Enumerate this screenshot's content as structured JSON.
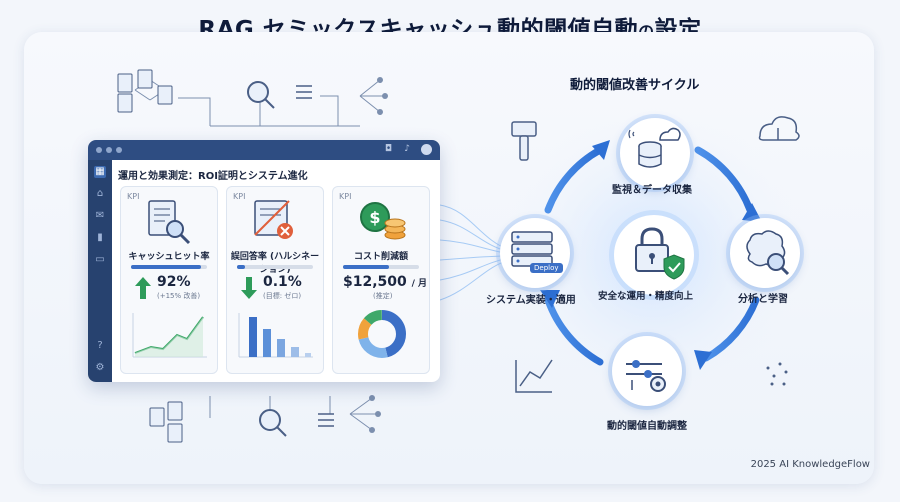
{
  "title": {
    "main": "RAG セミックスキャッシュ動的閾値自動",
    "particle": "の",
    "tail": "設定"
  },
  "dashboard": {
    "heading": "運用と効果測定：ROI証明とシステム進化",
    "cards": [
      {
        "tag": "KPI",
        "label": "キャッシュヒット率",
        "value": "92%",
        "sub": "(+15% 改善)",
        "progress": 0.92,
        "trend": "up"
      },
      {
        "tag": "KPI",
        "label": "誤回答率 (ハルシネーション)",
        "value": "0.1%",
        "sub": "(目標: ゼロ)",
        "progress": 0.1,
        "trend": "down"
      },
      {
        "tag": "KPI",
        "label": "コスト削減額",
        "value": "$12,500",
        "unit": "/ 月",
        "sub": "(推定)",
        "progress": 0.6,
        "trend": "none"
      }
    ]
  },
  "cycle": {
    "title": "動的閾値改善サイクル",
    "nodes": [
      {
        "label": "監視＆データ収集",
        "icon": "database-cloud-icon"
      },
      {
        "label": "分析と学習",
        "icon": "brain-icon"
      },
      {
        "label": "動的閾値自動調整",
        "icon": "slider-gear-icon"
      },
      {
        "label": "システム実装・適用",
        "icon": "server-icon"
      }
    ],
    "center": {
      "label": "安全な運用・精度向上",
      "icon": "lock-shield-icon"
    },
    "deploy_tag": "Deploy"
  },
  "footer": "2025 AI KnowledgeFlow",
  "colors": {
    "accent": "#2f7be0",
    "dark_navy": "#2e4d82",
    "green": "#2e9b5a",
    "orange": "#f0a23c"
  }
}
